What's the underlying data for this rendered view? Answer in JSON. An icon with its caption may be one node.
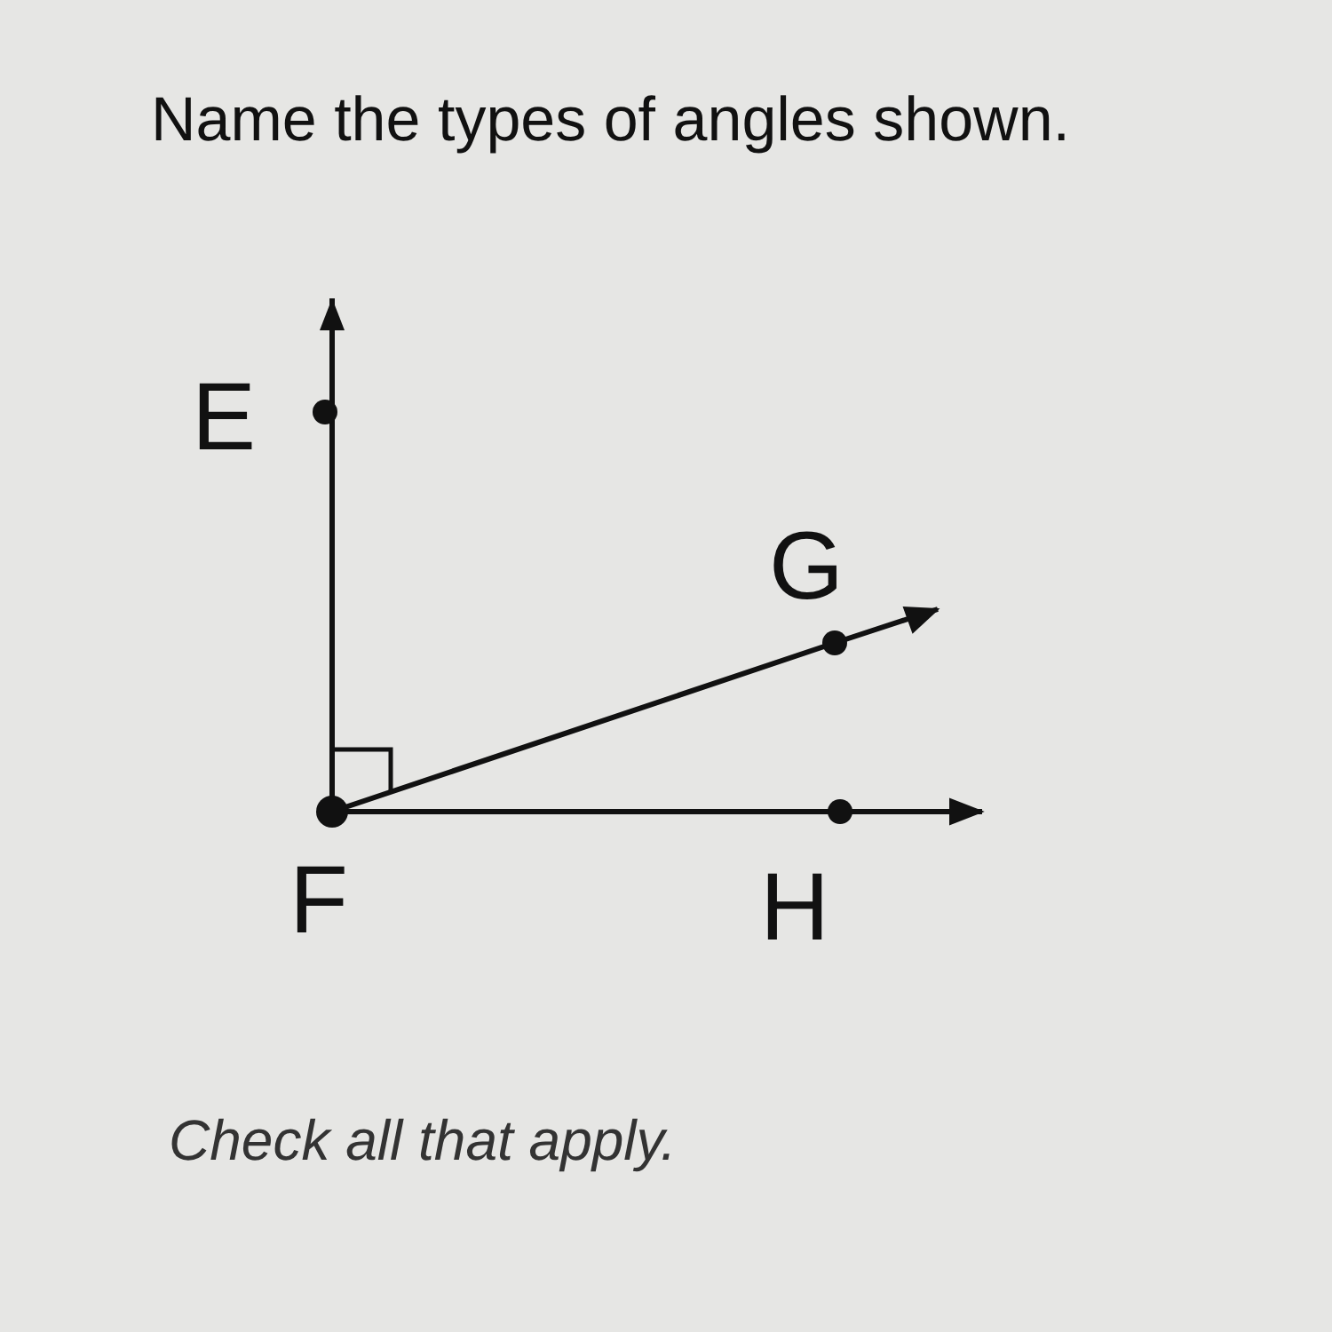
{
  "diagram": {
    "title": "Name the types of angles shown.",
    "labels": [
      "E",
      "G",
      "F",
      "H",
      "Check all that apply."
    ]
  }
}
